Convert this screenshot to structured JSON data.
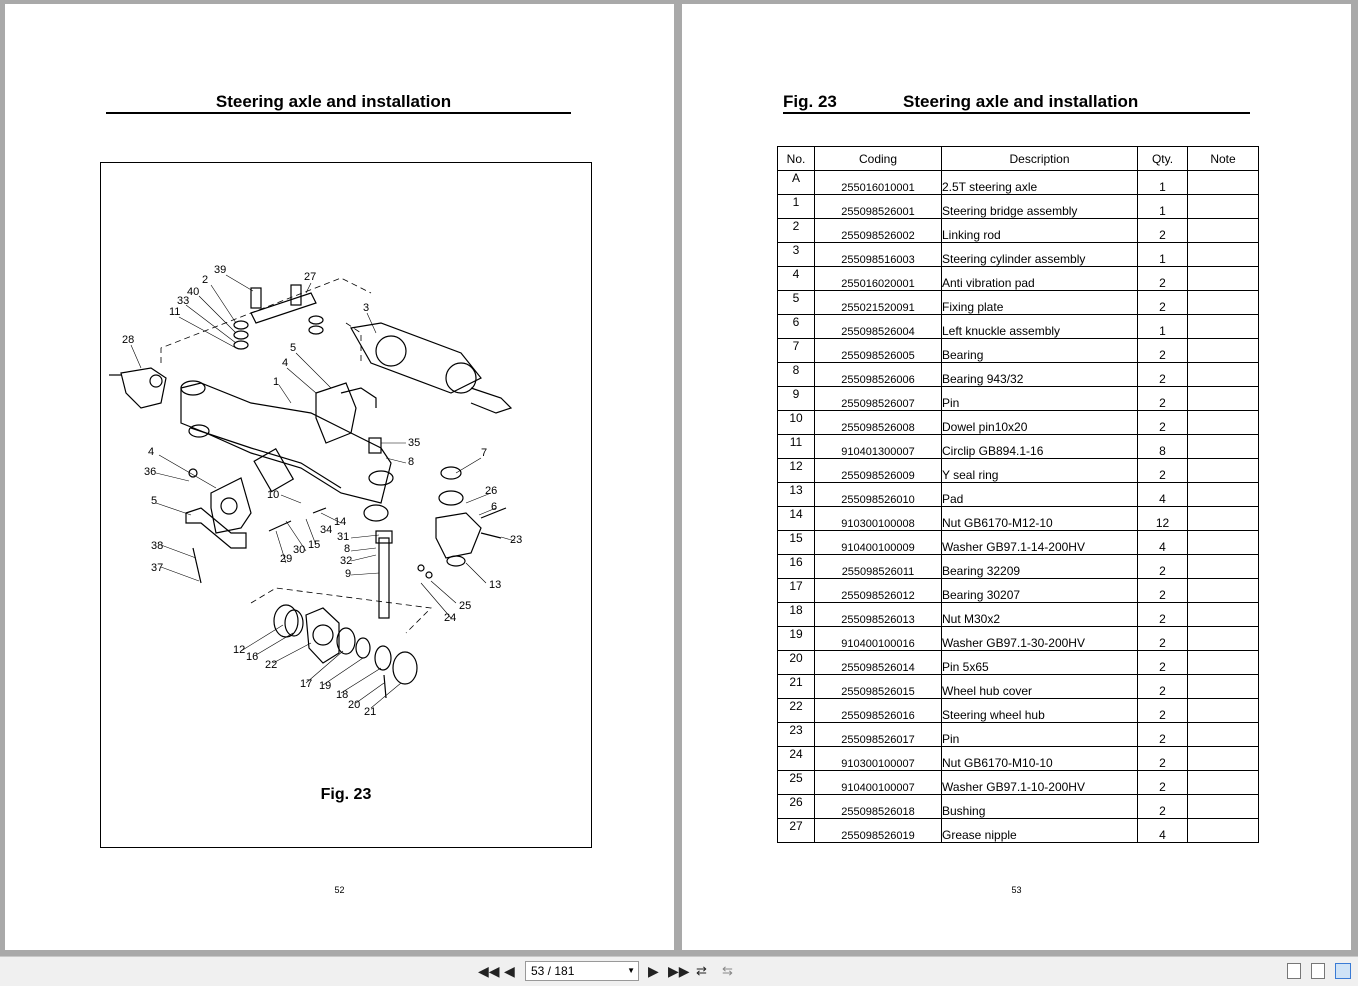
{
  "left_page": {
    "title": "Steering axle and installation",
    "figure_caption": "Fig. 23",
    "page_number": "52",
    "callouts": [
      "39",
      "27",
      "2",
      "40",
      "33",
      "11",
      "3",
      "28",
      "5",
      "4",
      "1",
      "35",
      "7",
      "8",
      "4",
      "36",
      "10",
      "26",
      "6",
      "5",
      "14",
      "31",
      "23",
      "8",
      "38",
      "30",
      "15",
      "29",
      "34",
      "32",
      "9",
      "13",
      "37",
      "25",
      "24",
      "12",
      "16",
      "22",
      "17",
      "19",
      "18",
      "20",
      "21"
    ]
  },
  "right_page": {
    "fig_label": "Fig. 23",
    "title": "Steering axle and installation",
    "page_number": "53",
    "table": {
      "headers": [
        "No.",
        "Coding",
        "Description",
        "Qty.",
        "Note"
      ],
      "rows": [
        [
          "A",
          "255016010001",
          "2.5T steering axle",
          "1",
          ""
        ],
        [
          "1",
          "255098526001",
          "Steering bridge assembly",
          "1",
          ""
        ],
        [
          "2",
          "255098526002",
          "Linking rod",
          "2",
          ""
        ],
        [
          "3",
          "255098516003",
          "Steering cylinder assembly",
          "1",
          ""
        ],
        [
          "4",
          "255016020001",
          "Anti vibration pad",
          "2",
          ""
        ],
        [
          "5",
          "255021520091",
          "Fixing plate",
          "2",
          ""
        ],
        [
          "6",
          "255098526004",
          "Left knuckle assembly",
          "1",
          ""
        ],
        [
          "7",
          "255098526005",
          "Bearing",
          "2",
          ""
        ],
        [
          "8",
          "255098526006",
          "Bearing 943/32",
          "2",
          ""
        ],
        [
          "9",
          "255098526007",
          "Pin",
          "2",
          ""
        ],
        [
          "10",
          "255098526008",
          "Dowel pin10x20",
          "2",
          ""
        ],
        [
          "11",
          "910401300007",
          "Circlip GB894.1-16",
          "8",
          ""
        ],
        [
          "12",
          "255098526009",
          "Y seal ring",
          "2",
          ""
        ],
        [
          "13",
          "255098526010",
          "Pad",
          "4",
          ""
        ],
        [
          "14",
          "910300100008",
          "Nut GB6170-M12-10",
          "12",
          ""
        ],
        [
          "15",
          "910400100009",
          "Washer GB97.1-14-200HV",
          "4",
          ""
        ],
        [
          "16",
          "255098526011",
          "Bearing 32209",
          "2",
          ""
        ],
        [
          "17",
          "255098526012",
          "Bearing 30207",
          "2",
          ""
        ],
        [
          "18",
          "255098526013",
          "Nut M30x2",
          "2",
          ""
        ],
        [
          "19",
          "910400100016",
          "Washer GB97.1-30-200HV",
          "2",
          ""
        ],
        [
          "20",
          "255098526014",
          "Pin 5x65",
          "2",
          ""
        ],
        [
          "21",
          "255098526015",
          "Wheel hub cover",
          "2",
          ""
        ],
        [
          "22",
          "255098526016",
          "Steering wheel hub",
          "2",
          ""
        ],
        [
          "23",
          "255098526017",
          "Pin",
          "2",
          ""
        ],
        [
          "24",
          "910300100007",
          "Nut GB6170-M10-10",
          "2",
          ""
        ],
        [
          "25",
          "910400100007",
          "Washer GB97.1-10-200HV",
          "2",
          ""
        ],
        [
          "26",
          "255098526018",
          "Bushing",
          "2",
          ""
        ],
        [
          "27",
          "255098526019",
          "Grease nipple",
          "4",
          ""
        ]
      ]
    }
  },
  "toolbar": {
    "page_indicator": "53 / 181",
    "icons": [
      "first-page-icon",
      "previous-page-icon",
      "next-page-icon",
      "last-page-icon",
      "previous-view-icon",
      "next-view-icon",
      "single-page-view-icon",
      "continuous-view-icon",
      "two-page-view-icon"
    ]
  }
}
